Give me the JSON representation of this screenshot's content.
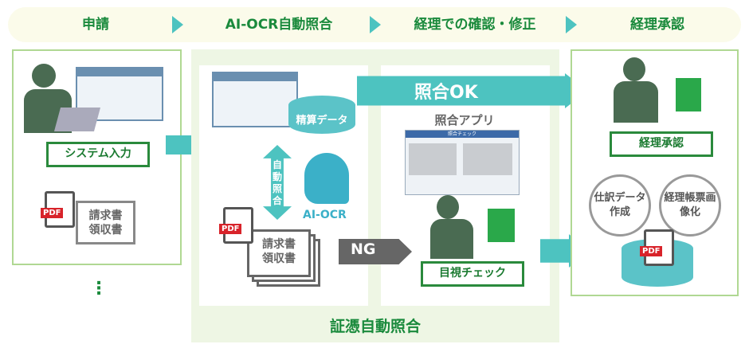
{
  "flow_steps": [
    {
      "label": "申請"
    },
    {
      "label": "AI-OCR自動照合"
    },
    {
      "label": "経理での確認・修正"
    },
    {
      "label": "経理承認"
    }
  ],
  "application": {
    "system_input": "システム入力",
    "doc_line1": "請求書",
    "doc_line2": "領収書",
    "pdf": "PDF",
    "more": "⋮"
  },
  "auto_match": {
    "title": "証憑自動照合",
    "data_label": "精算データ",
    "auto_line1": "自動",
    "auto_line2": "照合",
    "ai_label": "AI-OCR",
    "doc_line1": "請求書",
    "doc_line2": "領収書",
    "pdf": "PDF",
    "ng": "NG",
    "ok": "照合OK"
  },
  "check": {
    "app_title": "照合アプリ",
    "window_title": "照合チェック",
    "visual_check": "目視チェック"
  },
  "approval": {
    "label": "経理承認",
    "circle1": "仕訳データ作成",
    "circle2": "経理帳票画像化",
    "pdf": "PDF"
  },
  "colors": {
    "green": "#1a8a3c",
    "teal": "#4dc3c0",
    "border": "#b0d893",
    "panel_bg": "#eef6e4",
    "banner_bg": "#fbfbea"
  }
}
